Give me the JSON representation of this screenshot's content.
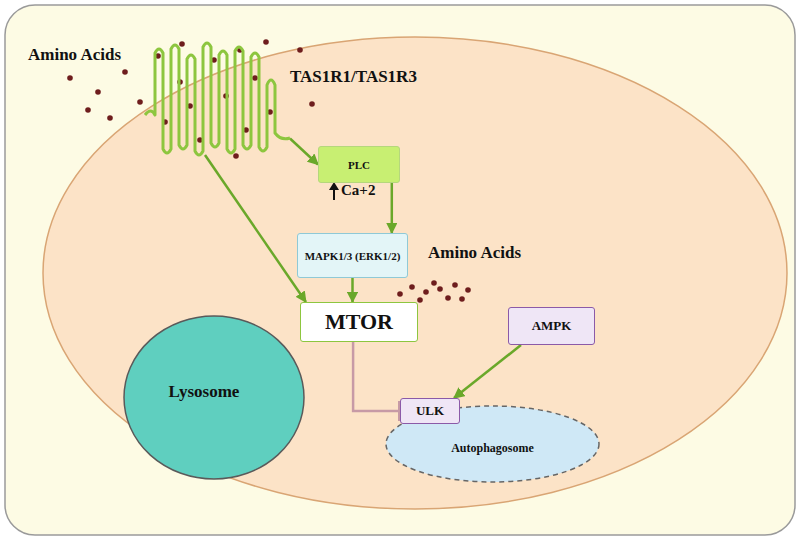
{
  "diagram": {
    "nodes": [
      {
        "text": [
          "TAS1R1/TAS1R3"
        ]
      },
      {
        "text": [
          "PLC"
        ]
      },
      {
        "text": [
          "MAPK1/3 (ERK1/2)"
        ]
      },
      {
        "text": [
          "MTOR"
        ]
      },
      {
        "text": [
          "Lysosome"
        ]
      },
      {
        "text": [
          "AMPK"
        ]
      },
      {
        "text": [
          "ULK"
        ]
      },
      {
        "text": [
          "Autophagosome"
        ]
      }
    ],
    "edges": [
      {
        "from": 0,
        "to": 1,
        "arrow": "to"
      },
      {
        "from": 0,
        "to": 3,
        "arrow": "to"
      },
      {
        "from": 1,
        "to": 2,
        "arrow": "to"
      },
      {
        "from": 2,
        "to": 3,
        "arrow": "to"
      },
      {
        "from": 3,
        "to": 6,
        "arrow": "to"
      },
      {
        "from": 5,
        "to": 6,
        "arrow": "to"
      }
    ],
    "labels": [
      "Amino Acids",
      "Ca+2",
      "Amino Acids"
    ]
  }
}
